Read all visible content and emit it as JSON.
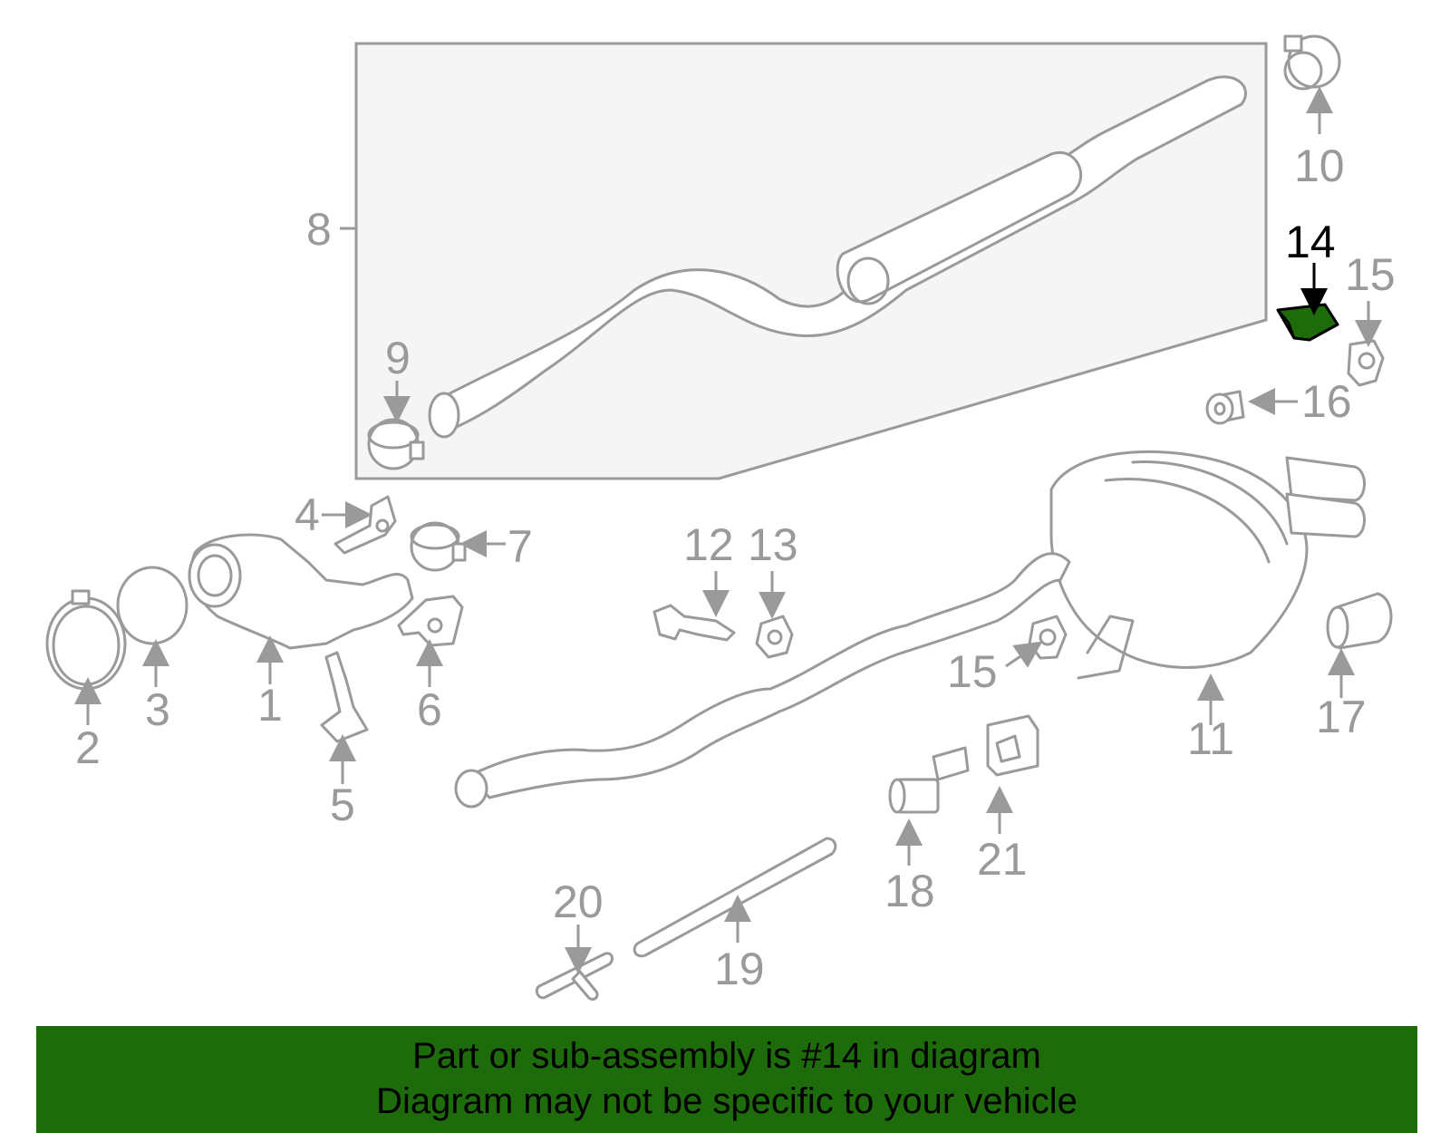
{
  "diagram": {
    "highlight_color": "#1e6b0c",
    "callouts": {
      "c1": "1",
      "c2": "2",
      "c3": "3",
      "c4": "4",
      "c5": "5",
      "c6": "6",
      "c7": "7",
      "c8": "8",
      "c9": "9",
      "c10": "10",
      "c11": "11",
      "c12": "12",
      "c13": "13",
      "c14": "14",
      "c15a": "15",
      "c15b": "15",
      "c16": "16",
      "c17": "17",
      "c18": "18",
      "c19": "19",
      "c20": "20",
      "c21": "21"
    }
  },
  "banner": {
    "line1": "Part or sub-assembly is #14 in diagram",
    "line2": "Diagram may not be specific to your vehicle",
    "background": "#1e6b0c"
  }
}
